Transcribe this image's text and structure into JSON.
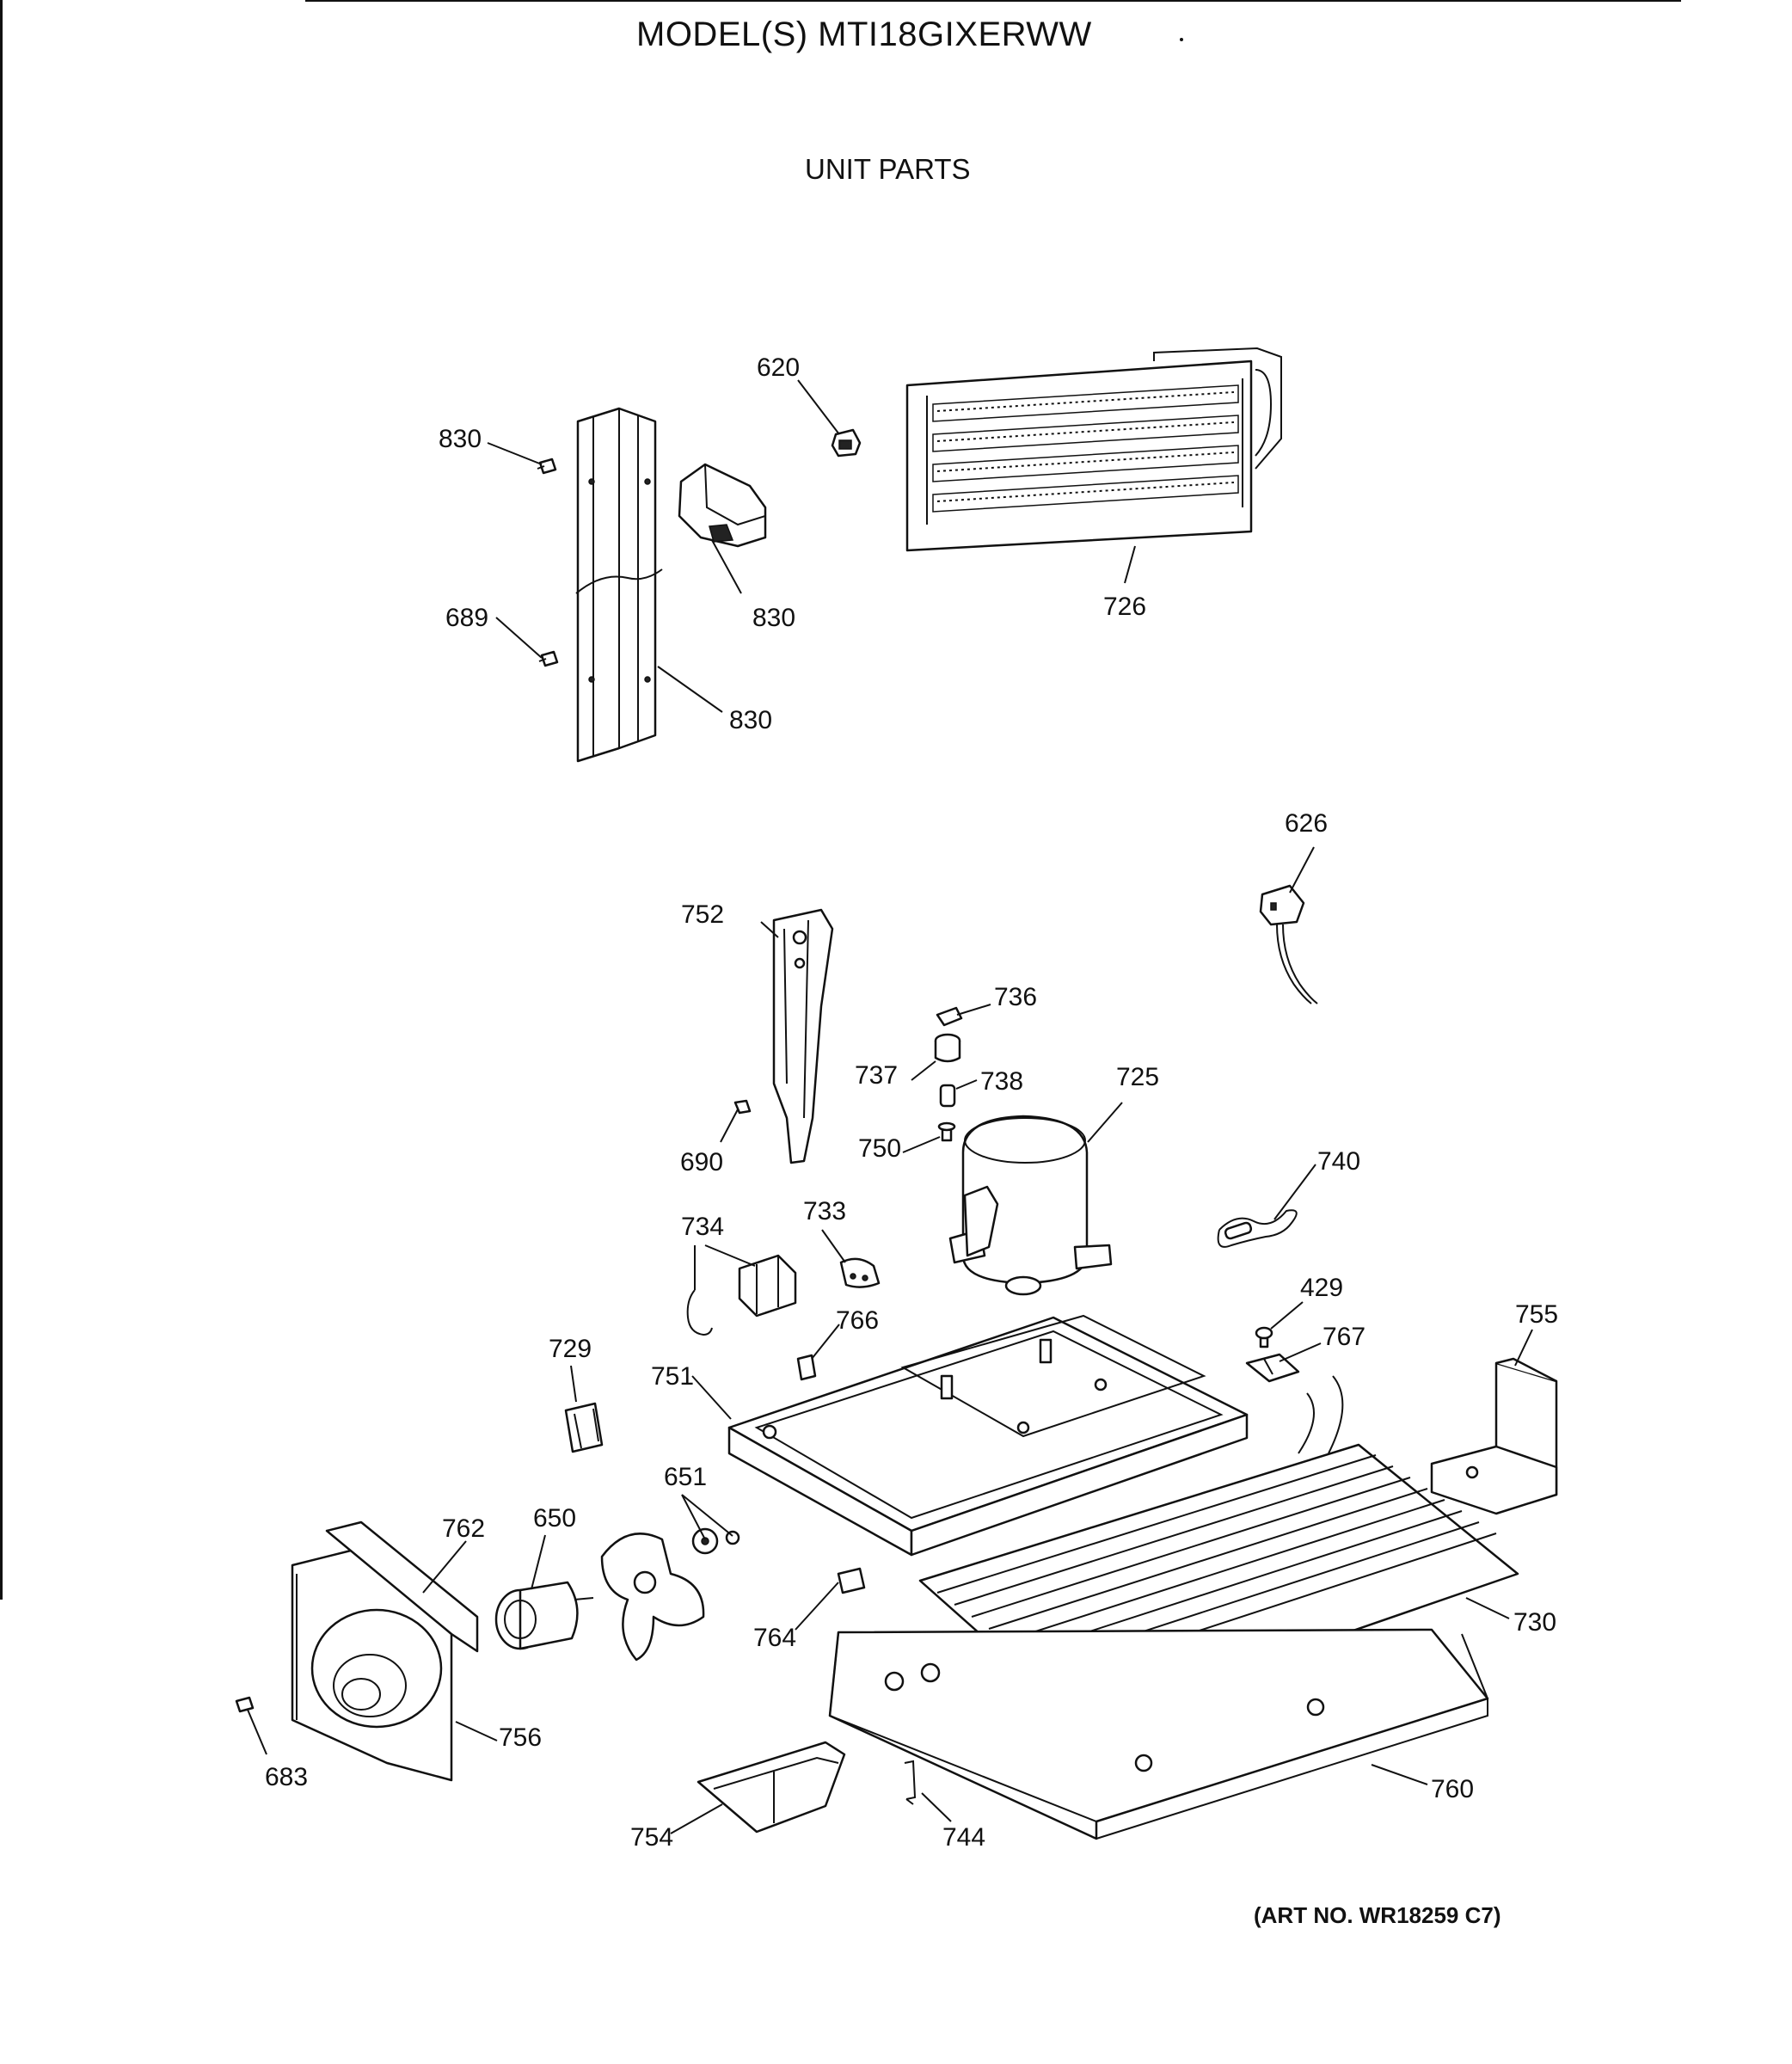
{
  "header": {
    "model_title": "MODEL(S) MTI18GIXERWW",
    "section_title": "UNIT PARTS"
  },
  "footer": {
    "art_number": "(ART NO. WR18259 C7)"
  },
  "callouts": [
    "620",
    "830",
    "830",
    "689",
    "830",
    "726",
    "626",
    "752",
    "736",
    "737",
    "738",
    "725",
    "690",
    "750",
    "740",
    "734",
    "733",
    "429",
    "755",
    "766",
    "767",
    "729",
    "751",
    "651",
    "762",
    "650",
    "730",
    "764",
    "756",
    "683",
    "760",
    "744",
    "754"
  ]
}
